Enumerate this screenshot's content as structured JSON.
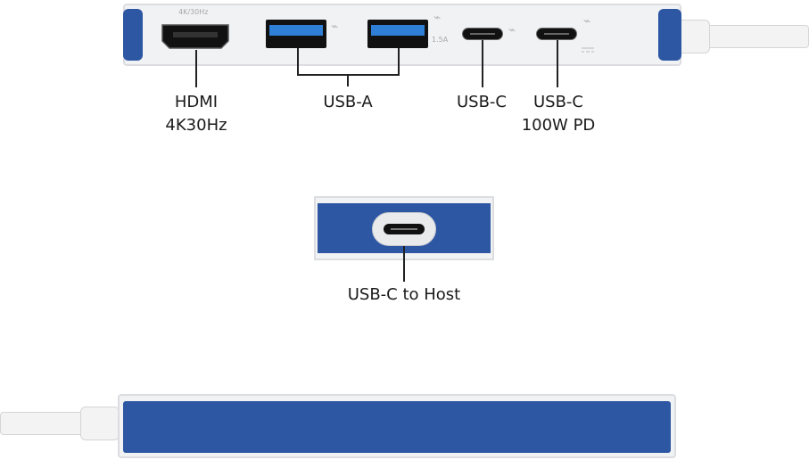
{
  "hdmi_engraving": "4K/30Hz",
  "usb_a_engraving": "1.5A",
  "labels": {
    "hdmi_line1": "HDMI",
    "hdmi_line2": "4K30Hz",
    "usb_a": "USB-A",
    "usb_c": "USB-C",
    "usb_c_pd_line1": "USB-C",
    "usb_c_pd_line2": "100W PD",
    "host": "USB-C to Host"
  },
  "icons": {
    "usb": "usb-trident-icon",
    "power": "power-delivery-icon"
  },
  "colors": {
    "accent_blue": "#2d56a3",
    "body_silver": "#f1f2f4",
    "text": "#1a1a1a"
  }
}
